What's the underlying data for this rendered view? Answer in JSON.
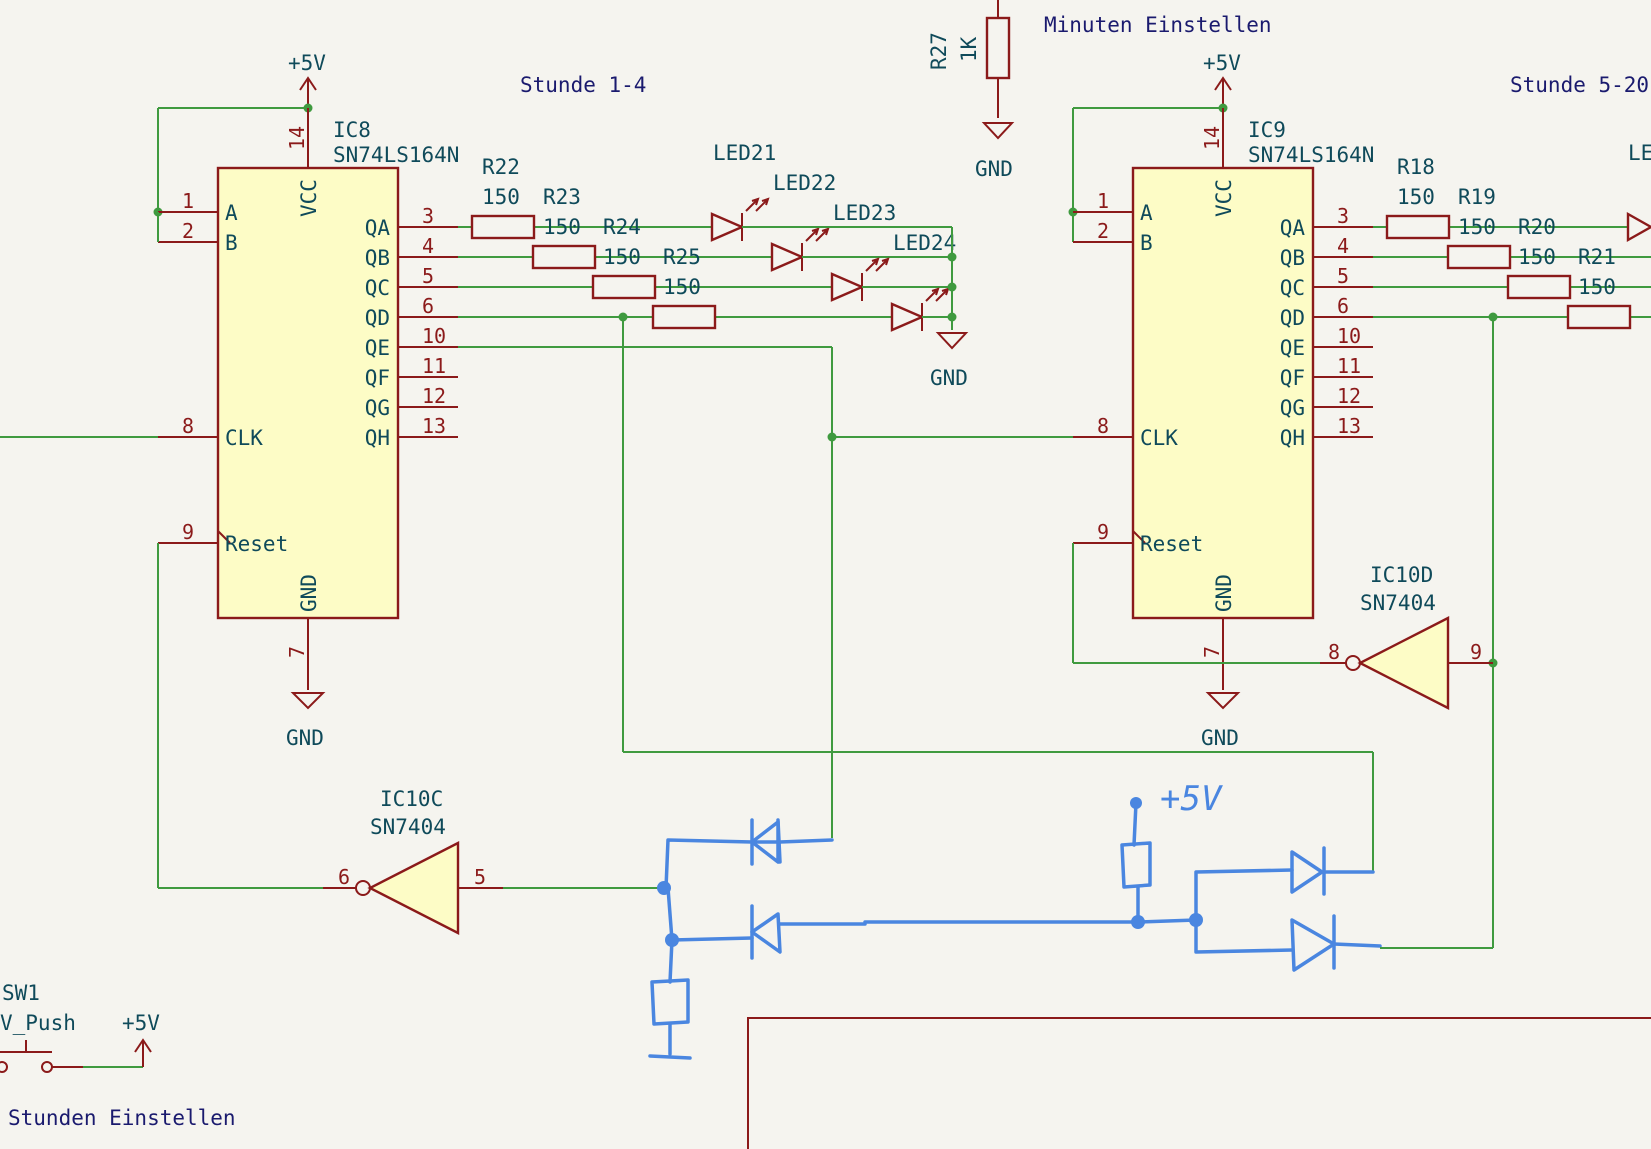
{
  "notes": {
    "minuten": "Minuten Einstellen",
    "stunde14": "Stunde 1-4",
    "stunde520": "Stunde 5-20",
    "stunden": "Stunden Einstellen"
  },
  "power": {
    "vcc": "+5V",
    "gnd": "GND",
    "hand_vcc": "+5V"
  },
  "ic8": {
    "ref": "IC8",
    "part": "SN74LS164N",
    "pins_left": [
      {
        "num": "1",
        "name": "A"
      },
      {
        "num": "2",
        "name": "B"
      },
      {
        "num": "8",
        "name": "CLK"
      },
      {
        "num": "9",
        "name": "Reset"
      }
    ],
    "pins_right": [
      {
        "num": "3",
        "name": "QA"
      },
      {
        "num": "4",
        "name": "QB"
      },
      {
        "num": "5",
        "name": "QC"
      },
      {
        "num": "6",
        "name": "QD"
      },
      {
        "num": "10",
        "name": "QE"
      },
      {
        "num": "11",
        "name": "QF"
      },
      {
        "num": "12",
        "name": "QG"
      },
      {
        "num": "13",
        "name": "QH"
      }
    ],
    "pin_vcc": {
      "num": "14",
      "name": "VCC"
    },
    "pin_gnd": {
      "num": "7",
      "name": "GND"
    }
  },
  "ic9": {
    "ref": "IC9",
    "part": "SN74LS164N",
    "pins_left": [
      {
        "num": "1",
        "name": "A"
      },
      {
        "num": "2",
        "name": "B"
      },
      {
        "num": "8",
        "name": "CLK"
      },
      {
        "num": "9",
        "name": "Reset"
      }
    ],
    "pins_right": [
      {
        "num": "3",
        "name": "QA"
      },
      {
        "num": "4",
        "name": "QB"
      },
      {
        "num": "5",
        "name": "QC"
      },
      {
        "num": "6",
        "name": "QD"
      },
      {
        "num": "10",
        "name": "QE"
      },
      {
        "num": "11",
        "name": "QF"
      },
      {
        "num": "12",
        "name": "QG"
      },
      {
        "num": "13",
        "name": "QH"
      }
    ],
    "pin_vcc": {
      "num": "14",
      "name": "VCC"
    },
    "pin_gnd": {
      "num": "7",
      "name": "GND"
    }
  },
  "resistors_left": [
    {
      "ref": "R22",
      "value": "150"
    },
    {
      "ref": "R23",
      "value": "150"
    },
    {
      "ref": "R24",
      "value": "150"
    },
    {
      "ref": "R25",
      "value": "150"
    }
  ],
  "resistors_right": [
    {
      "ref": "R18",
      "value": "150"
    },
    {
      "ref": "R19",
      "value": "150"
    },
    {
      "ref": "R20",
      "value": "150"
    },
    {
      "ref": "R21",
      "value": "150"
    }
  ],
  "leds_left": [
    "LED21",
    "LED22",
    "LED23",
    "LED24"
  ],
  "led_right_partial": "LE",
  "r27": {
    "ref": "R27",
    "value": "1K"
  },
  "ic10c": {
    "ref": "IC10C",
    "part": "SN7404",
    "pin_in": "6",
    "pin_out": "5"
  },
  "ic10d": {
    "ref": "IC10D",
    "part": "SN7404",
    "pin_in": "8",
    "pin_out": "9"
  },
  "sw1": {
    "ref": "SW1",
    "part": "V_Push"
  }
}
